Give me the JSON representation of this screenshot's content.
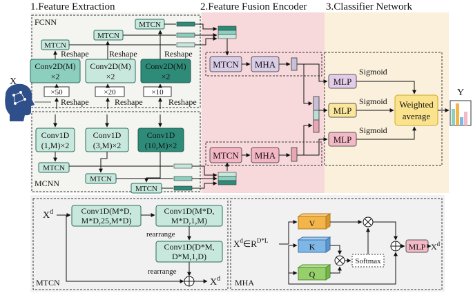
{
  "sections": {
    "feature_extraction": "1.Feature Extraction",
    "fusion_encoder": "2.Feature Fusion Encoder",
    "classifier": "3.Classifier Network"
  },
  "fcnn": {
    "label": "FCNN",
    "conv2d": [
      "Conv2D(M)",
      "Conv2D(M)",
      "Conv2D(M)"
    ],
    "conv2d_times": [
      "×2",
      "×2",
      "×2"
    ],
    "scales": [
      "×50",
      "×20",
      "×10"
    ],
    "reshape": "Reshape",
    "mtcn": "MTCN"
  },
  "mcnn": {
    "label": "MCNN",
    "conv1d_line1": [
      "Conv1D",
      "Conv1D",
      "Conv1D"
    ],
    "conv1d_line2": [
      "(1,M)×2",
      "(3,M)×2",
      "(10,M)×2"
    ],
    "mtcn": "MTCN"
  },
  "input": {
    "label": "X"
  },
  "encoder": {
    "mtcn": "MTCN",
    "mha": "MHA"
  },
  "classifier": {
    "mlp": "MLP",
    "sigmoid": "Sigmoid",
    "weighted_line1": "Weighted",
    "weighted_line2": "average",
    "output": "Y"
  },
  "mtcn_detail": {
    "label": "MTCN",
    "input": "X",
    "input_sup": "d",
    "box1_line1": "Conv1D(M*D,",
    "box1_line2": "M*D,25,M*D)",
    "box2_line1": "Conv1D(M*D,",
    "box2_line2": "M*D,1,M)",
    "box3_line1": "Conv1D(D*M,",
    "box3_line2": "D*M,1,D)",
    "rearrange": "rearrange",
    "output": "X",
    "output_sup": "d"
  },
  "mha_detail": {
    "label": "MHA",
    "input": "X",
    "input_sup": "d",
    "input_set": "∈R",
    "input_dims": "D*L",
    "v": "V",
    "k": "K",
    "q": "Q",
    "softmax": "Softmax",
    "mlp": "MLP",
    "output": "X",
    "output_sup": "d"
  },
  "colors": {
    "fcnn_dark": "#2e8b78",
    "fcnn_mid": "#8dcfbf",
    "fcnn_light": "#c8e8de",
    "encoder_bg": "#f7d9dc",
    "classifier_bg": "#fbf0dc",
    "mha_purple": "#d9cce6",
    "mtcn_pink": "#f4b6c4",
    "mlp_purple": "#e3cbea",
    "mlp_yellow": "#fbe79b",
    "mlp_pink": "#f4b9c6",
    "weighted": "#fbe38e",
    "v_orange": "#f3b44a",
    "k_blue": "#7eb6e6",
    "q_green": "#96cf6c"
  }
}
